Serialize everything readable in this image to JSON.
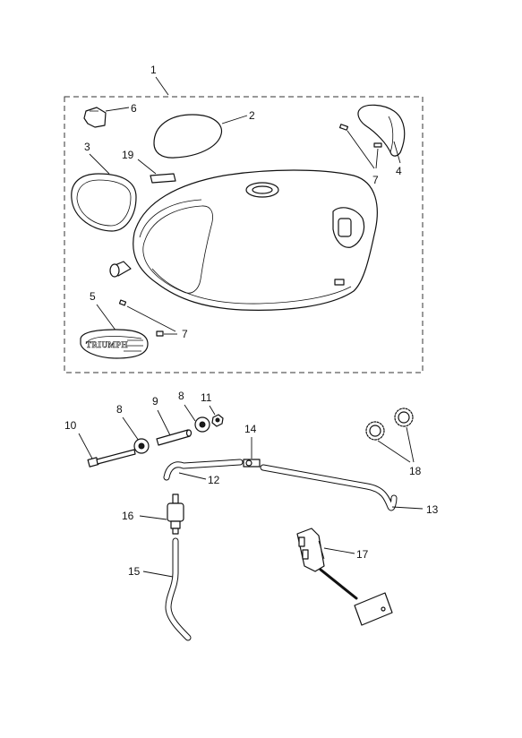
{
  "diagram": {
    "logo_text": "TRIUMPH",
    "callouts": {
      "c1": "1",
      "c2": "2",
      "c3": "3",
      "c4": "4",
      "c5": "5",
      "c6": "6",
      "c7a": "7",
      "c7b": "7",
      "c8a": "8",
      "c8b": "8",
      "c9": "9",
      "c10": "10",
      "c11": "11",
      "c12": "12",
      "c13": "13",
      "c14": "14",
      "c15": "15",
      "c16": "16",
      "c17": "17",
      "c18": "18",
      "c19": "19"
    }
  }
}
